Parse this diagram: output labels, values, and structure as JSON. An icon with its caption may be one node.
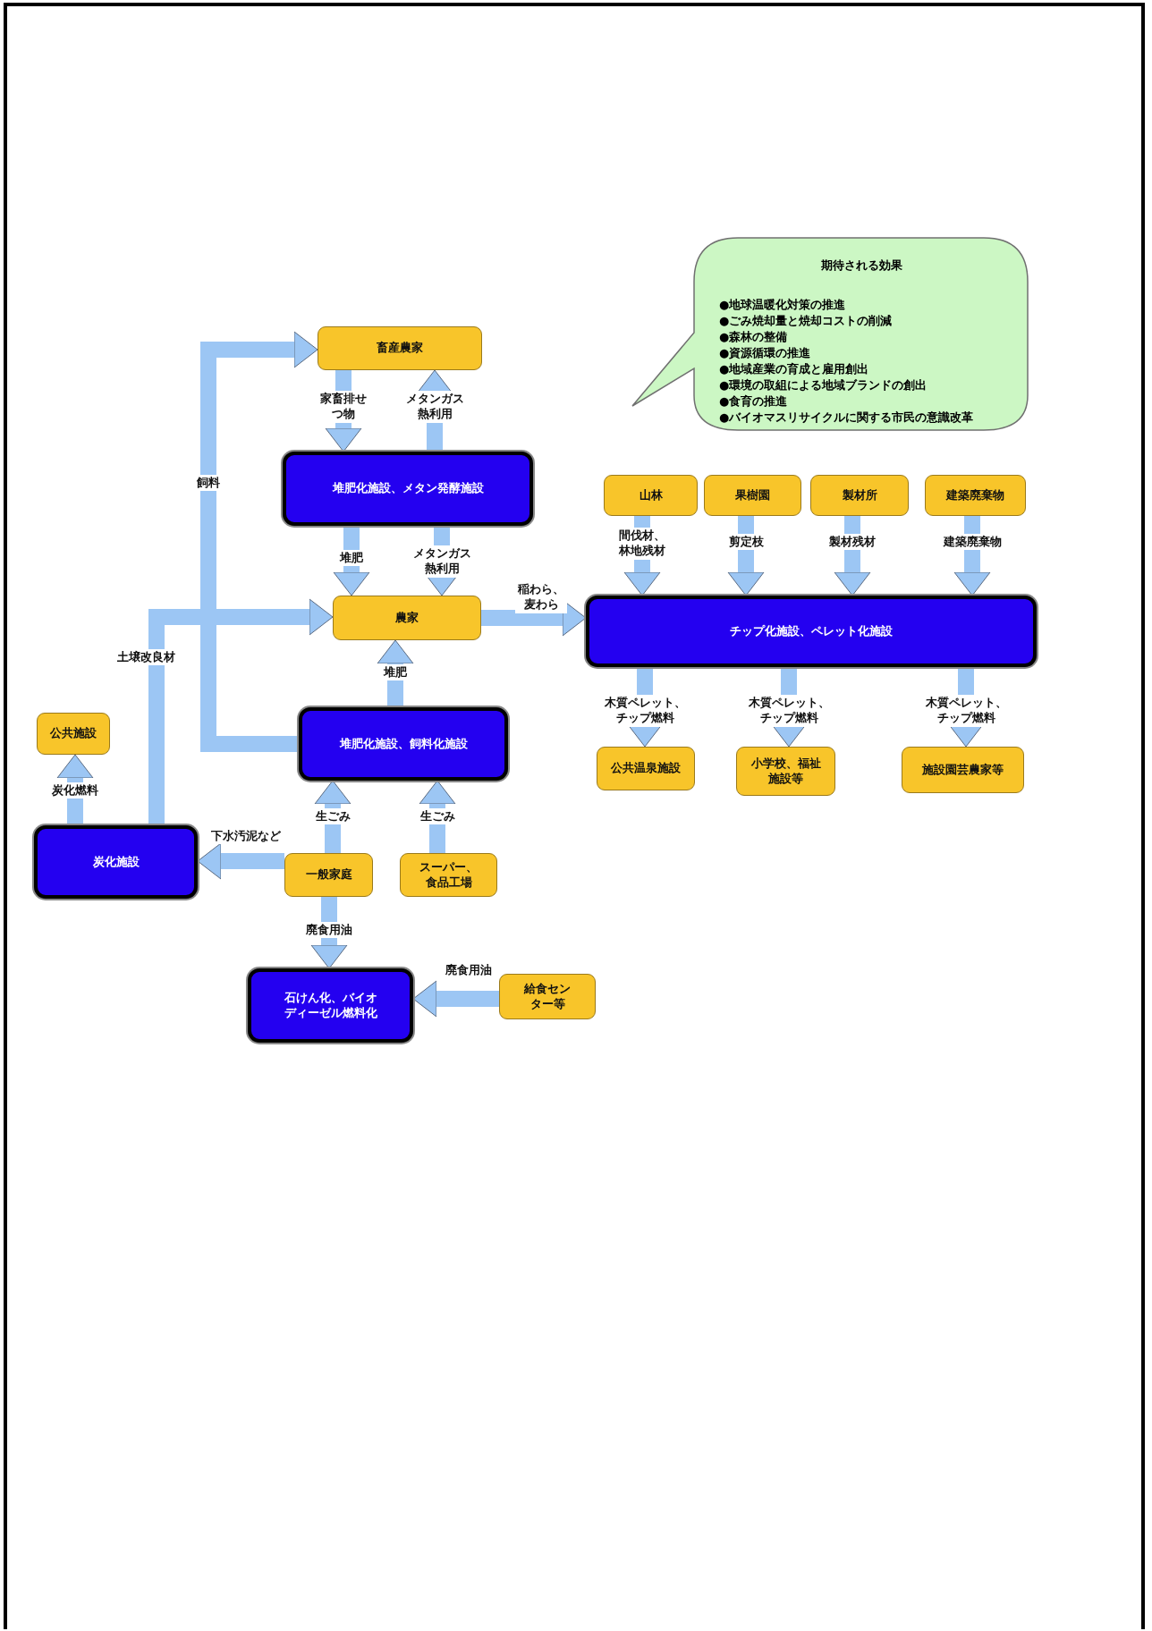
{
  "diagram": {
    "nodes": [
      {
        "text": [
          "期待される効果",
          "●地球温暖化対策の推進",
          "●ごみ焼却量と焼却コストの削減",
          "●森林の整備",
          "●資源循環の推進",
          "●地域産業の育成と雇用創出",
          "●環境の取組による地域ブランドの創出",
          "●食育の推進",
          "●バイオマスリサイクルに関する市民の意識改革"
        ]
      },
      {
        "text": [
          "畜産農家"
        ]
      },
      {
        "text": [
          "堆肥化施設、メタン発酵施設"
        ]
      },
      {
        "text": [
          "農家"
        ]
      },
      {
        "text": [
          "チップ化施設、ペレット化施設"
        ]
      },
      {
        "text": [
          "山林"
        ]
      },
      {
        "text": [
          "果樹園"
        ]
      },
      {
        "text": [
          "製材所"
        ]
      },
      {
        "text": [
          "建築廃棄物"
        ]
      },
      {
        "text": [
          "公共温泉施設"
        ]
      },
      {
        "text": [
          "小学校、福祉施設等"
        ]
      },
      {
        "text": [
          "施設園芸農家等"
        ]
      },
      {
        "text": [
          "堆肥化施設、飼料化施設"
        ]
      },
      {
        "text": [
          "公共施設"
        ]
      },
      {
        "text": [
          "炭化施設"
        ]
      },
      {
        "text": [
          "一般家庭"
        ]
      },
      {
        "text": [
          "スーパー、食品工場"
        ]
      },
      {
        "text": [
          "石けん化、バイオディーゼル燃料化"
        ]
      },
      {
        "text": [
          "給食センター等"
        ]
      }
    ],
    "edges": [
      {
        "from": 1,
        "to": 2,
        "arrow": "to",
        "label": "家畜排せつ物"
      },
      {
        "from": 2,
        "to": 1,
        "arrow": "to",
        "label": "メタンガス熱利用"
      },
      {
        "from": 2,
        "to": 3,
        "arrow": "to",
        "label": "堆肥"
      },
      {
        "from": 2,
        "to": 3,
        "arrow": "to",
        "label": "メタンガス熱利用"
      },
      {
        "from": 12,
        "to": 1,
        "arrow": "to",
        "label": "飼料"
      },
      {
        "from": 14,
        "to": 3,
        "arrow": "to",
        "label": "土壌改良材"
      },
      {
        "from": 12,
        "to": 3,
        "arrow": "to",
        "label": "堆肥"
      },
      {
        "from": 3,
        "to": 4,
        "arrow": "to",
        "label": "稲わら、麦わら"
      },
      {
        "from": 5,
        "to": 4,
        "arrow": "to",
        "label": "間伐材、林地残材"
      },
      {
        "from": 6,
        "to": 4,
        "arrow": "to",
        "label": "剪定枝"
      },
      {
        "from": 7,
        "to": 4,
        "arrow": "to",
        "label": "製材残材"
      },
      {
        "from": 8,
        "to": 4,
        "arrow": "to",
        "label": "建築廃棄物"
      },
      {
        "from": 4,
        "to": 9,
        "arrow": "to",
        "label": "木質ペレット、チップ燃料"
      },
      {
        "from": 4,
        "to": 10,
        "arrow": "to",
        "label": "木質ペレット、チップ燃料"
      },
      {
        "from": 4,
        "to": 11,
        "arrow": "to",
        "label": "木質ペレット、チップ燃料"
      },
      {
        "from": 14,
        "to": 13,
        "arrow": "to",
        "label": "炭化燃料"
      },
      {
        "from": 15,
        "to": 14,
        "arrow": "to",
        "label": "下水汚泥など"
      },
      {
        "from": 15,
        "to": 12,
        "arrow": "to",
        "label": "生ごみ"
      },
      {
        "from": 16,
        "to": 12,
        "arrow": "to",
        "label": "生ごみ"
      },
      {
        "from": 15,
        "to": 17,
        "arrow": "to",
        "label": "廃食用油"
      },
      {
        "from": 18,
        "to": 17,
        "arrow": "to",
        "label": "廃食用油"
      }
    ]
  }
}
